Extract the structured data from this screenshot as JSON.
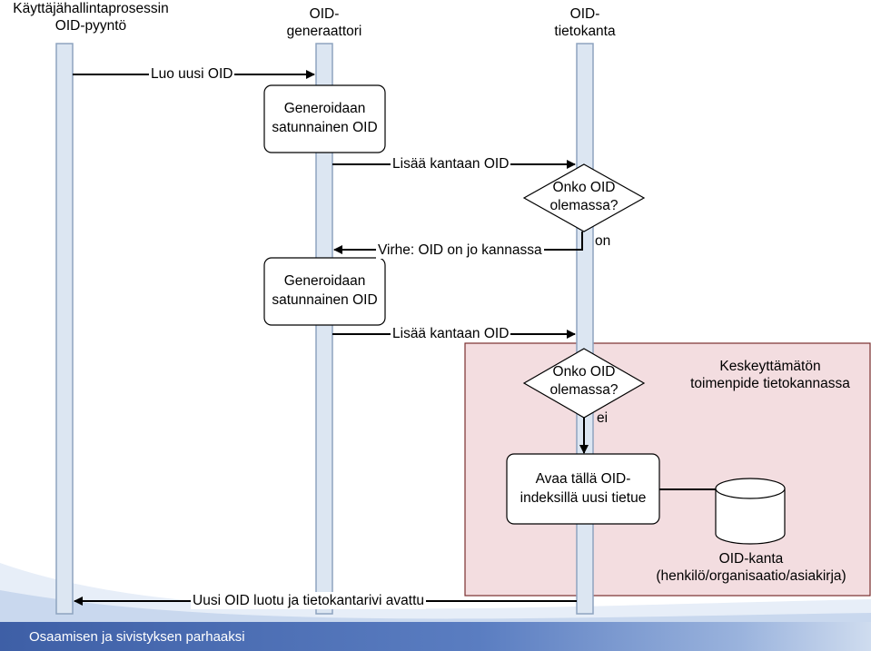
{
  "participants": [
    {
      "line1": "Käyttäjähallintaprosessin",
      "line2": "OID-pyyntö"
    },
    {
      "line1": "OID-",
      "line2": "generaattori"
    },
    {
      "line1": "OID-",
      "line2": "tietokanta"
    }
  ],
  "messages": {
    "create_oid": "Luo uusi OID",
    "insert_1": "Lisää kantaan OID",
    "error": "Virhe: OID on jo kannassa",
    "insert_2": "Lisää kantaan OID",
    "result": "Uusi OID luotu ja tietokantarivi avattu"
  },
  "process_boxes": {
    "generate_1": {
      "line1": "Generoidaan",
      "line2": "satunnainen OID"
    },
    "generate_2": {
      "line1": "Generoidaan",
      "line2": "satunnainen OID"
    },
    "open_record": {
      "line1": "Avaa tällä OID-",
      "line2": "indeksillä uusi tietue"
    }
  },
  "decisions": {
    "exists_1": {
      "line1": "Onko OID",
      "line2": "olemassa?",
      "branch": "on"
    },
    "exists_2": {
      "line1": "Onko OID",
      "line2": "olemassa?",
      "branch": "ei"
    }
  },
  "transaction": {
    "line1": "Keskeyttämätön",
    "line2": "toimenpide tietokannassa",
    "color": "#f3dde0"
  },
  "database": {
    "line1": "OID-kanta",
    "line2": "(henkilö/organisaatio/asiakirja)"
  },
  "footer": {
    "text": "Osaamisen ja sivistyksen parhaaksi"
  },
  "colors": {
    "lifeline_fill": "#dce6f2",
    "lifeline_stroke": "#8ea4bf",
    "transaction_stroke": "#7a2e2e"
  }
}
